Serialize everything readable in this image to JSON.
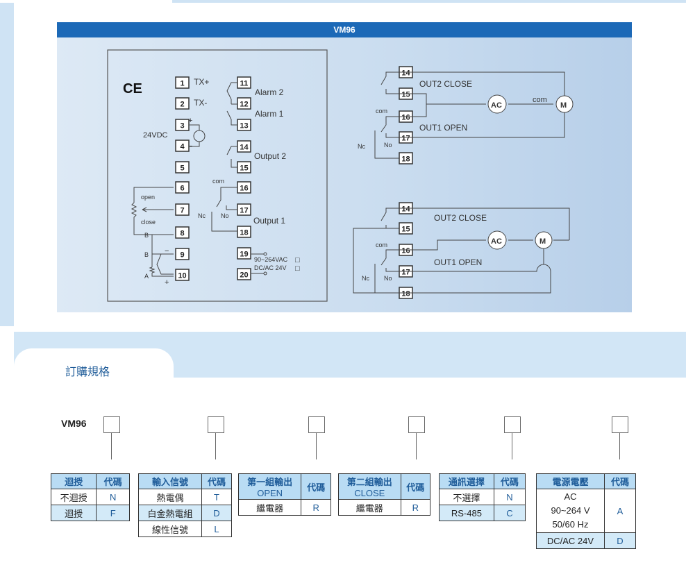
{
  "header": {
    "title": "VM96"
  },
  "left_diagram": {
    "ce_mark": "CE",
    "terminals": [
      "1",
      "2",
      "3",
      "4",
      "5",
      "6",
      "7",
      "8",
      "9",
      "10",
      "11",
      "12",
      "13",
      "14",
      "15",
      "16",
      "17",
      "18",
      "19",
      "20"
    ],
    "labels": {
      "tx_plus": "TX+",
      "tx_minus": "TX-",
      "vdc": "24VDC",
      "plus": "+",
      "minus": "−",
      "open": "open",
      "close": "close",
      "b": "B",
      "a": "A",
      "alarm2": "Alarm 2",
      "alarm1": "Alarm 1",
      "output2": "Output 2",
      "output1": "Output 1",
      "com": "com",
      "nc": "Nc",
      "no": "No",
      "power_ac": "90~264VAC",
      "power_dc": "DC/AC 24V",
      "checkbox": "□"
    }
  },
  "right_diagram_1": {
    "terminals": [
      "14",
      "15",
      "16",
      "17",
      "18"
    ],
    "out2": "OUT2 CLOSE",
    "out1": "OUT1 OPEN",
    "ac": "AC",
    "m": "M",
    "com": "com",
    "com2": "com",
    "nc": "Nc",
    "no": "No"
  },
  "right_diagram_2": {
    "terminals": [
      "14",
      "15",
      "16",
      "17",
      "18"
    ],
    "out2": "OUT2 CLOSE",
    "out1": "OUT1 OPEN",
    "ac": "AC",
    "m": "M",
    "com": "com",
    "nc": "Nc",
    "no": "No"
  },
  "ordering": {
    "section_title": "訂購規格",
    "model": "VM96",
    "tables": [
      {
        "header": [
          "迴授",
          "代碼"
        ],
        "rows": [
          [
            "不迴授",
            "N"
          ],
          [
            "迴授",
            "F"
          ]
        ]
      },
      {
        "header": [
          "輸入信號",
          "代碼"
        ],
        "rows": [
          [
            "熱電偶",
            "T"
          ],
          [
            "白金熱電組",
            "D"
          ],
          [
            "線性信號",
            "L"
          ]
        ]
      },
      {
        "header": [
          "第一組輸出 OPEN",
          "代碼"
        ],
        "header_lines": [
          "第一組輸出",
          "OPEN"
        ],
        "rows": [
          [
            "繼電器",
            "R"
          ]
        ]
      },
      {
        "header": [
          "第二組輸出 CLOSE",
          "代碼"
        ],
        "header_lines": [
          "第二組輸出",
          "CLOSE"
        ],
        "rows": [
          [
            "繼電器",
            "R"
          ]
        ]
      },
      {
        "header": [
          "通訊選擇",
          "代碼"
        ],
        "rows": [
          [
            "不選擇",
            "N"
          ],
          [
            "RS-485",
            "C"
          ]
        ]
      },
      {
        "header": [
          "電源電壓",
          "代碼"
        ],
        "rows": [
          [
            "AC 90~264 V 50/60 Hz",
            "A"
          ],
          [
            "DC/AC 24V",
            "D"
          ]
        ],
        "ac_lines": [
          "AC",
          "90~264 V",
          "50/60 Hz"
        ]
      }
    ]
  }
}
